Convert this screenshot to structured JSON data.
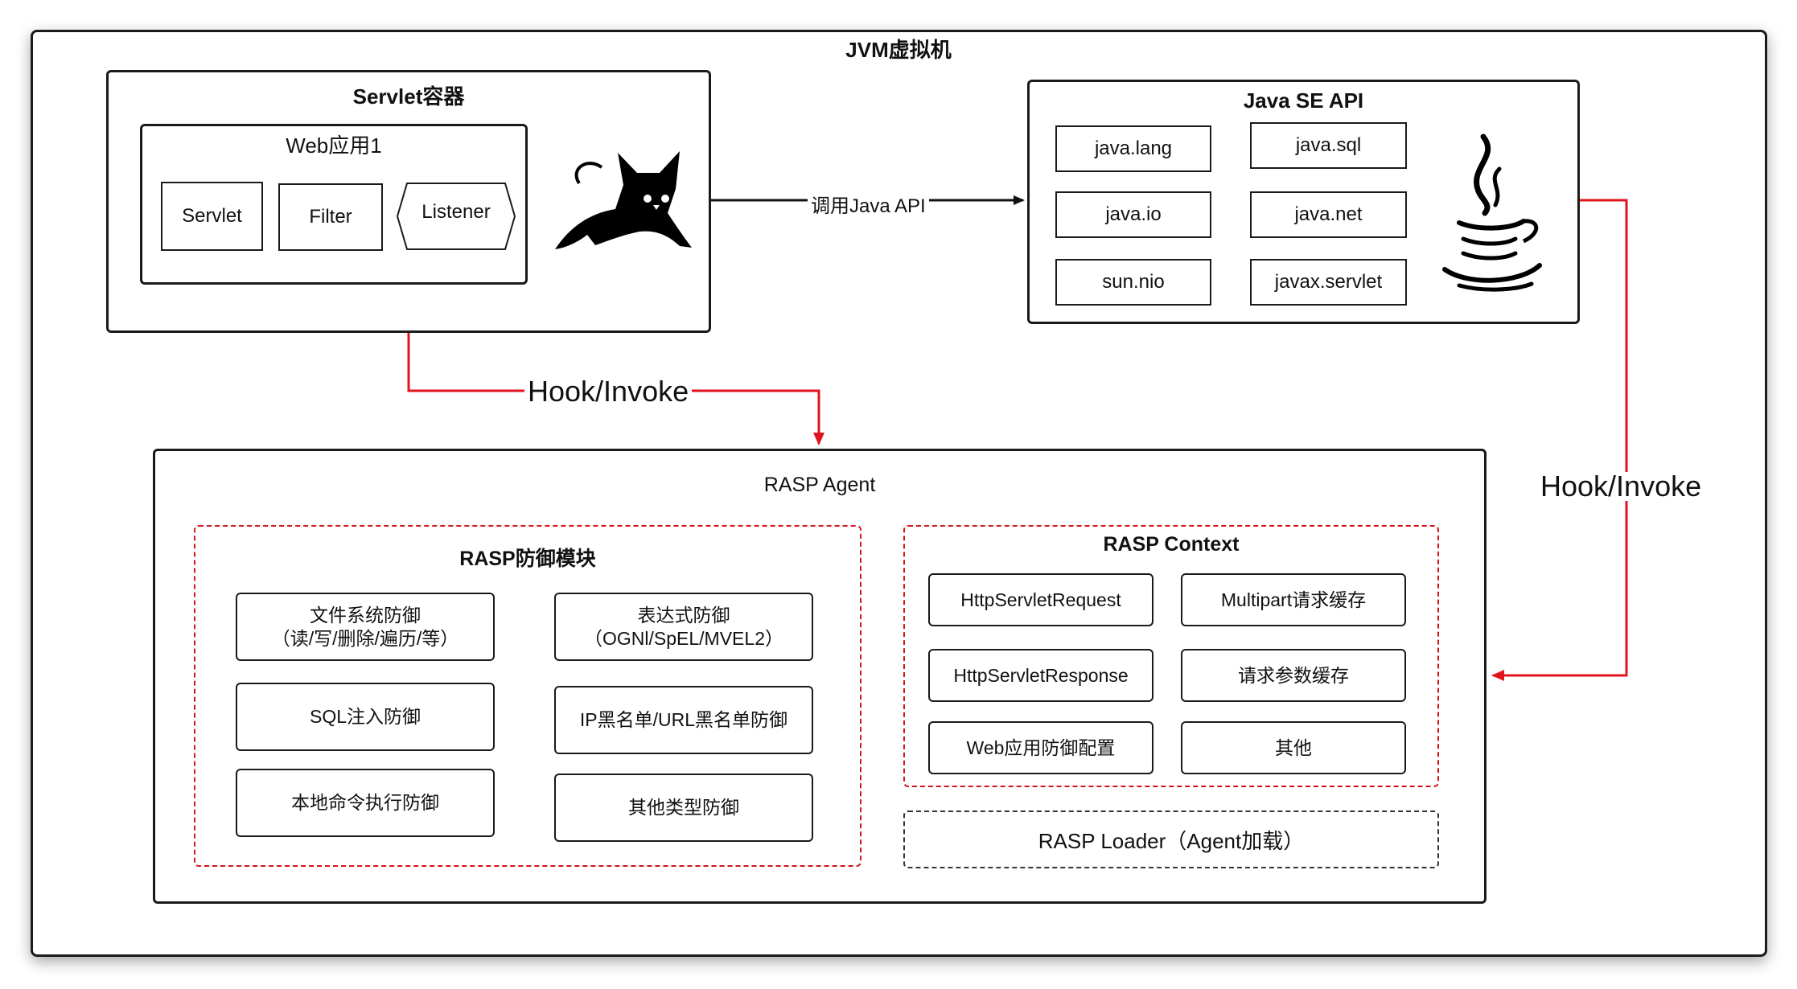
{
  "jvm_title": "JVM虚拟机",
  "servlet_container": {
    "title": "Servlet容器",
    "web_app": {
      "title": "Web应用1",
      "items": [
        "Servlet",
        "Filter",
        "Listener"
      ]
    },
    "logo": "tomcat-logo-icon"
  },
  "java_se": {
    "title": "Java SE API",
    "packages": [
      "java.lang",
      "java.sql",
      "java.io",
      "java.net",
      "sun.nio",
      "javax.servlet"
    ],
    "logo": "java-logo-icon"
  },
  "call_label": "调用Java API",
  "hook_label_left": "Hook/Invoke",
  "hook_label_right": "Hook/Invoke",
  "rasp_agent": {
    "title": "RASP Agent",
    "defense_module": {
      "title": "RASP防御模块",
      "items": [
        {
          "line1": "文件系统防御",
          "line2": "（读/写/删除/遍历/等）"
        },
        {
          "line1": "表达式防御",
          "line2": "（OGNl/SpEL/MVEL2）"
        },
        {
          "line1": "SQL注入防御",
          "line2": ""
        },
        {
          "line1": "IP黑名单/URL黑名单防御",
          "line2": ""
        },
        {
          "line1": "本地命令执行防御",
          "line2": ""
        },
        {
          "line1": "其他类型防御",
          "line2": ""
        }
      ]
    },
    "context": {
      "title": "RASP Context",
      "items": [
        "HttpServletRequest",
        "Multipart请求缓存",
        "HttpServletResponse",
        "请求参数缓存",
        "Web应用防御配置",
        "其他"
      ]
    },
    "loader": "RASP Loader（Agent加载）"
  },
  "colors": {
    "red_arrow": "#e0141e",
    "black_arrow": "#111111",
    "dashed_red": "#d4131b"
  }
}
